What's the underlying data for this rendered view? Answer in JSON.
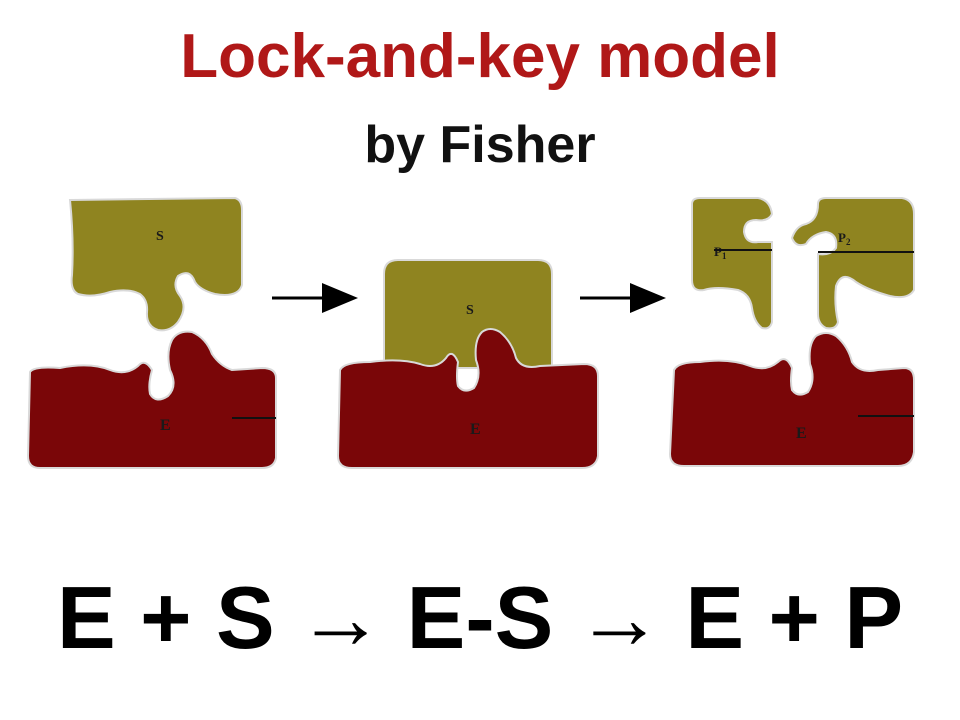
{
  "title": {
    "text": "Lock-and-key model",
    "color": "#b01818"
  },
  "subtitle": {
    "text": "by Fisher",
    "color": "#111111"
  },
  "colors": {
    "substrate": "#8f8420",
    "enzyme": "#7a0608",
    "outline": "#d9d9d9",
    "arrow": "#000000"
  },
  "labels": {
    "substrate": "S",
    "enzyme": "E",
    "product_1": "P",
    "product_1_sub": "1",
    "product_2": "P",
    "product_2_sub": "2"
  },
  "equation": {
    "terms": [
      "E + S",
      "→",
      "E-S",
      "→",
      "E + P"
    ]
  }
}
